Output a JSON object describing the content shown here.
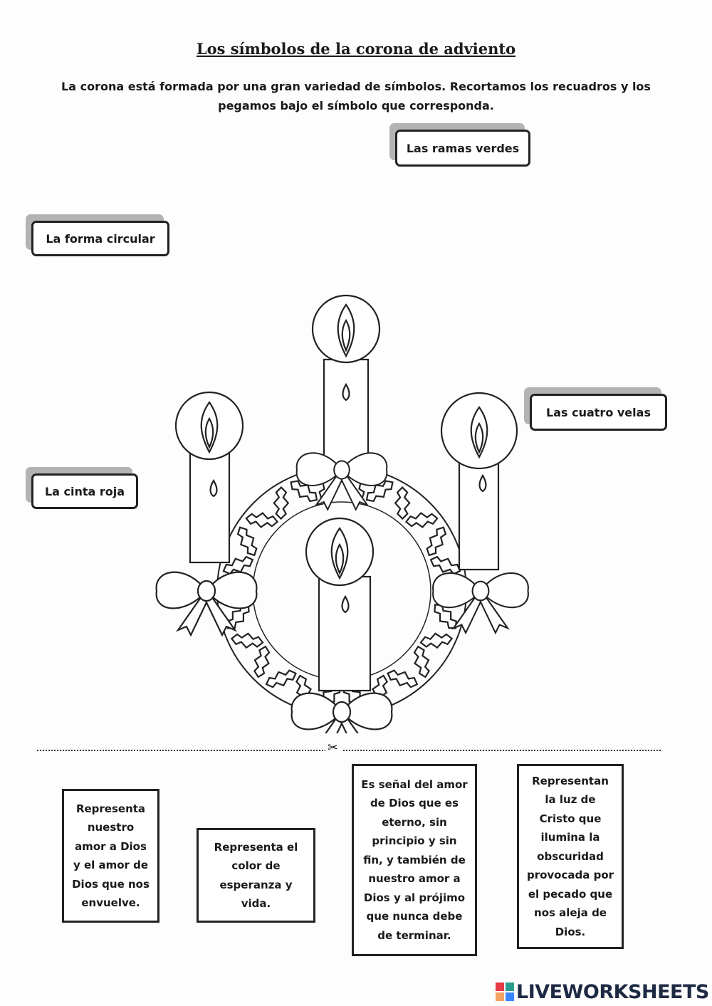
{
  "title": "Los símbolos de la  corona de adviento",
  "intro": "La corona está formada por una gran variedad de símbolos. Recortamos los recuadros y los pegamos bajo el símbolo que corresponda.",
  "labels": {
    "ramas": "Las ramas verdes",
    "circular": "La forma circular",
    "velas": "Las cuatro velas",
    "cinta": "La cinta roja"
  },
  "cards": [
    "Representa nuestro amor a Dios y el amor de Dios que nos envuelve.",
    "Representa el color de esperanza y vida.",
    "Es señal del amor de Dios que es eterno, sin principio y sin fin, y también de nuestro amor a Dios y al prójimo que nunca debe de terminar.",
    "Representan la luz de Cristo que ilumina la obscuridad provocada por el pecado que nos aleja de Dios."
  ],
  "scissors": "✂",
  "logo": {
    "text": "LIVEWORKSHEETS",
    "colors": [
      "#e63946",
      "#2a9d8f",
      "#f4a261",
      "#3a86ff"
    ]
  }
}
